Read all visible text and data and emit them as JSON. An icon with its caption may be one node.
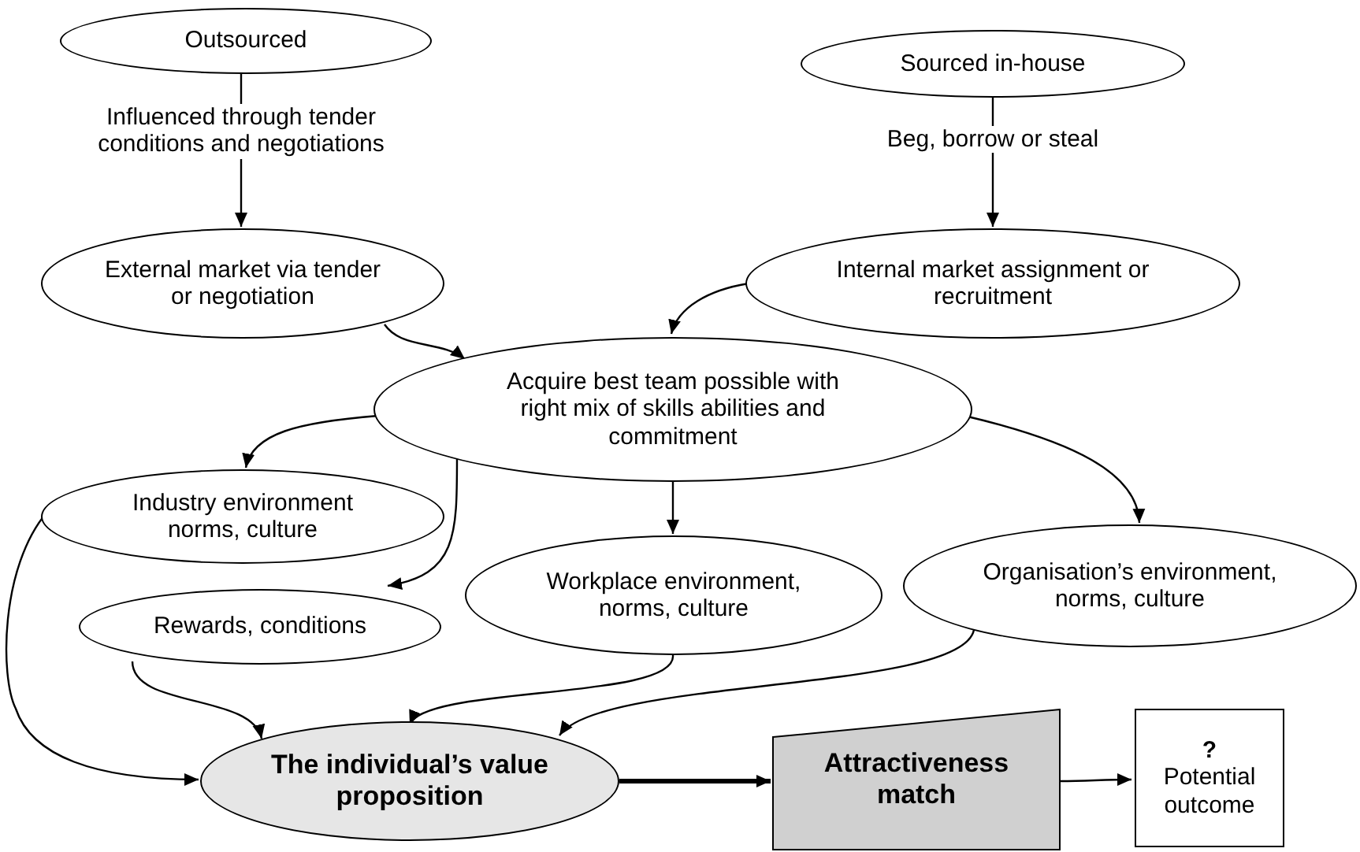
{
  "diagram": {
    "nodes": [
      {
        "text": [
          "Outsourced"
        ]
      },
      {
        "text": [
          "Sourced in-house"
        ]
      },
      {
        "text": [
          "External market via tender or negotiation"
        ]
      },
      {
        "text": [
          "Internal market assignment or recruitment"
        ]
      },
      {
        "text": [
          "Acquire best team possible with right mix of skills abilities and commitment"
        ]
      },
      {
        "text": [
          "Industry environment norms, culture"
        ]
      },
      {
        "text": [
          "Rewards, conditions"
        ]
      },
      {
        "text": [
          "Workplace environment, norms, culture"
        ]
      },
      {
        "text": [
          "Organisation’s environment, norms, culture"
        ]
      },
      {
        "text": [
          "The individual’s value proposition"
        ]
      },
      {
        "text": [
          "Attractiveness match"
        ]
      },
      {
        "text": [
          "?",
          "Potential outcome"
        ]
      }
    ],
    "edges": [
      {
        "from": 0,
        "to": 2,
        "arrow": "to",
        "label": "Influenced through tender conditions and negotiations"
      },
      {
        "from": 1,
        "to": 3,
        "arrow": "to",
        "label": "Beg, borrow or steal"
      },
      {
        "from": 2,
        "to": 4,
        "arrow": "to"
      },
      {
        "from": 3,
        "to": 4,
        "arrow": "to"
      },
      {
        "from": 4,
        "to": 5,
        "arrow": "to"
      },
      {
        "from": 4,
        "to": 6,
        "arrow": "to"
      },
      {
        "from": 4,
        "to": 7,
        "arrow": "to"
      },
      {
        "from": 4,
        "to": 8,
        "arrow": "to"
      },
      {
        "from": 5,
        "to": 9,
        "arrow": "to"
      },
      {
        "from": 6,
        "to": 9,
        "arrow": "to"
      },
      {
        "from": 7,
        "to": 9,
        "arrow": "to"
      },
      {
        "from": 8,
        "to": 9,
        "arrow": "to"
      },
      {
        "from": 9,
        "to": 10,
        "arrow": "to",
        "style": "thick"
      },
      {
        "from": 10,
        "to": 11,
        "arrow": "to"
      }
    ]
  }
}
